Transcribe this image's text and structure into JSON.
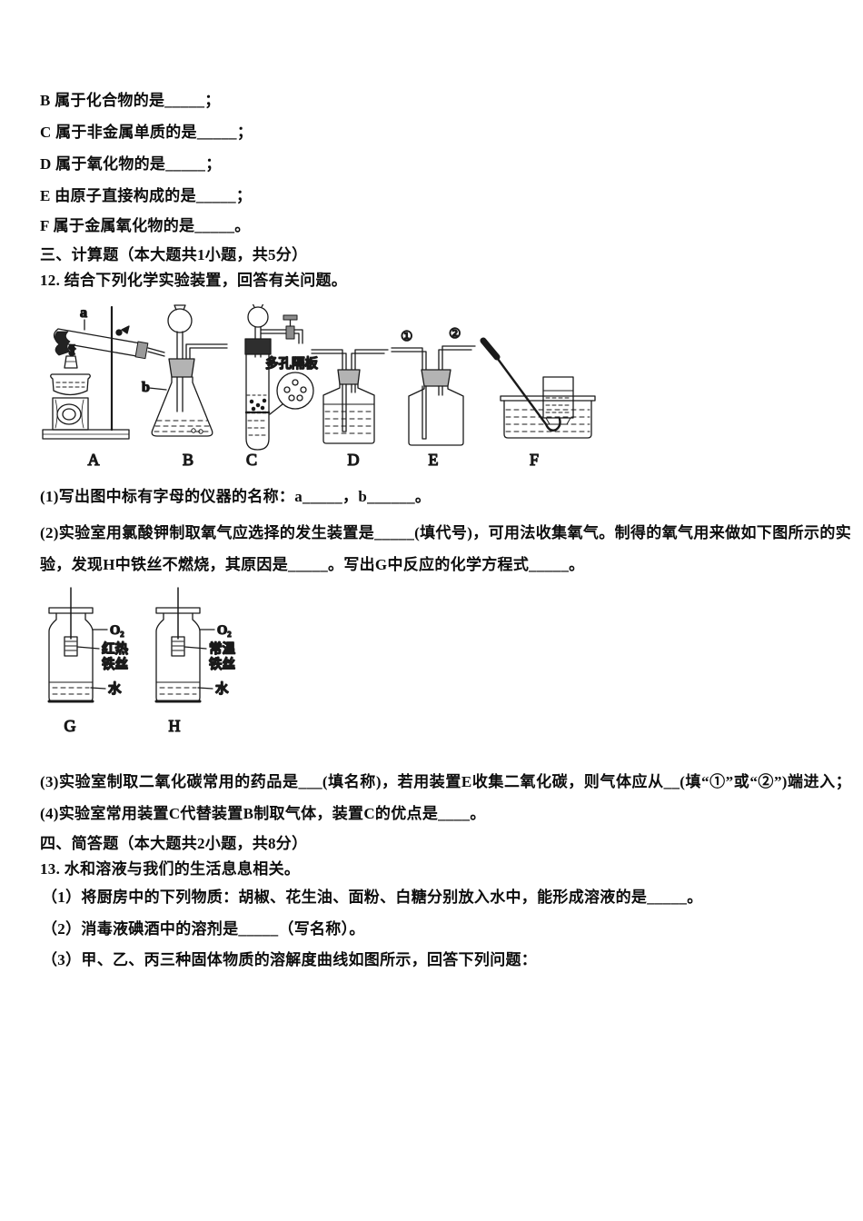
{
  "colors": {
    "background": "#ffffff",
    "text": "#0d0d0d"
  },
  "q11": {
    "items": [
      "B 属于化合物的是_____；",
      "C 属于非金属单质的是_____；",
      "D 属于氧化物的是_____；",
      "E 由原子直接构成的是_____；",
      "F 属于金属氧化物的是_____。"
    ]
  },
  "s3": {
    "heading": "三、计算题（本大题共1小题，共5分）",
    "q12": {
      "stem": "12. 结合下列化学实验装置，回答有关问题。",
      "fig": {
        "label_a": "a",
        "label_b": "b",
        "porous_plate": "多孔隔板",
        "port1": "①",
        "port2": "②",
        "letters": [
          "A",
          "B",
          "C",
          "D",
          "E",
          "F"
        ]
      },
      "parts": {
        "p1": "(1)写出图中标有字母的仪器的名称：a_____，b______。",
        "p2a": "(2)实验室用氯酸钾制取氧气应选择的发生装置是_____(填代号)，可用法收集氧气。制得的氧气用来做如下图所示的实",
        "p2b": "验，发现H中铁丝不燃烧，其原因是_____。写出G中反应的化学方程式_____。",
        "p3": "(3)实验室制取二氧化碳常用的药品是___(填名称)，若用装置E收集二氧化碳，则气体应从__(填“①”或“②”)端进入；",
        "p4": "(4)实验室常用装置C代替装置B制取气体，装置C的优点是____。"
      },
      "gh": {
        "o2": "O₂",
        "g_line1": "红热",
        "g_line2": "铁丝",
        "h_line1": "常温",
        "h_line2": "铁丝",
        "water": "水",
        "g": "G",
        "h": "H"
      }
    }
  },
  "s4": {
    "heading": "四、简答题（本大题共2小题，共8分）",
    "q13": {
      "stem": "13. 水和溶液与我们的生活息息相关。",
      "parts": [
        "（1）将厨房中的下列物质：胡椒、花生油、面粉、白糖分别放入水中，能形成溶液的是_____。",
        "（2）消毒液碘酒中的溶剂是_____（写名称）。",
        "（3）甲、乙、丙三种固体物质的溶解度曲线如图所示，回答下列问题："
      ]
    }
  }
}
